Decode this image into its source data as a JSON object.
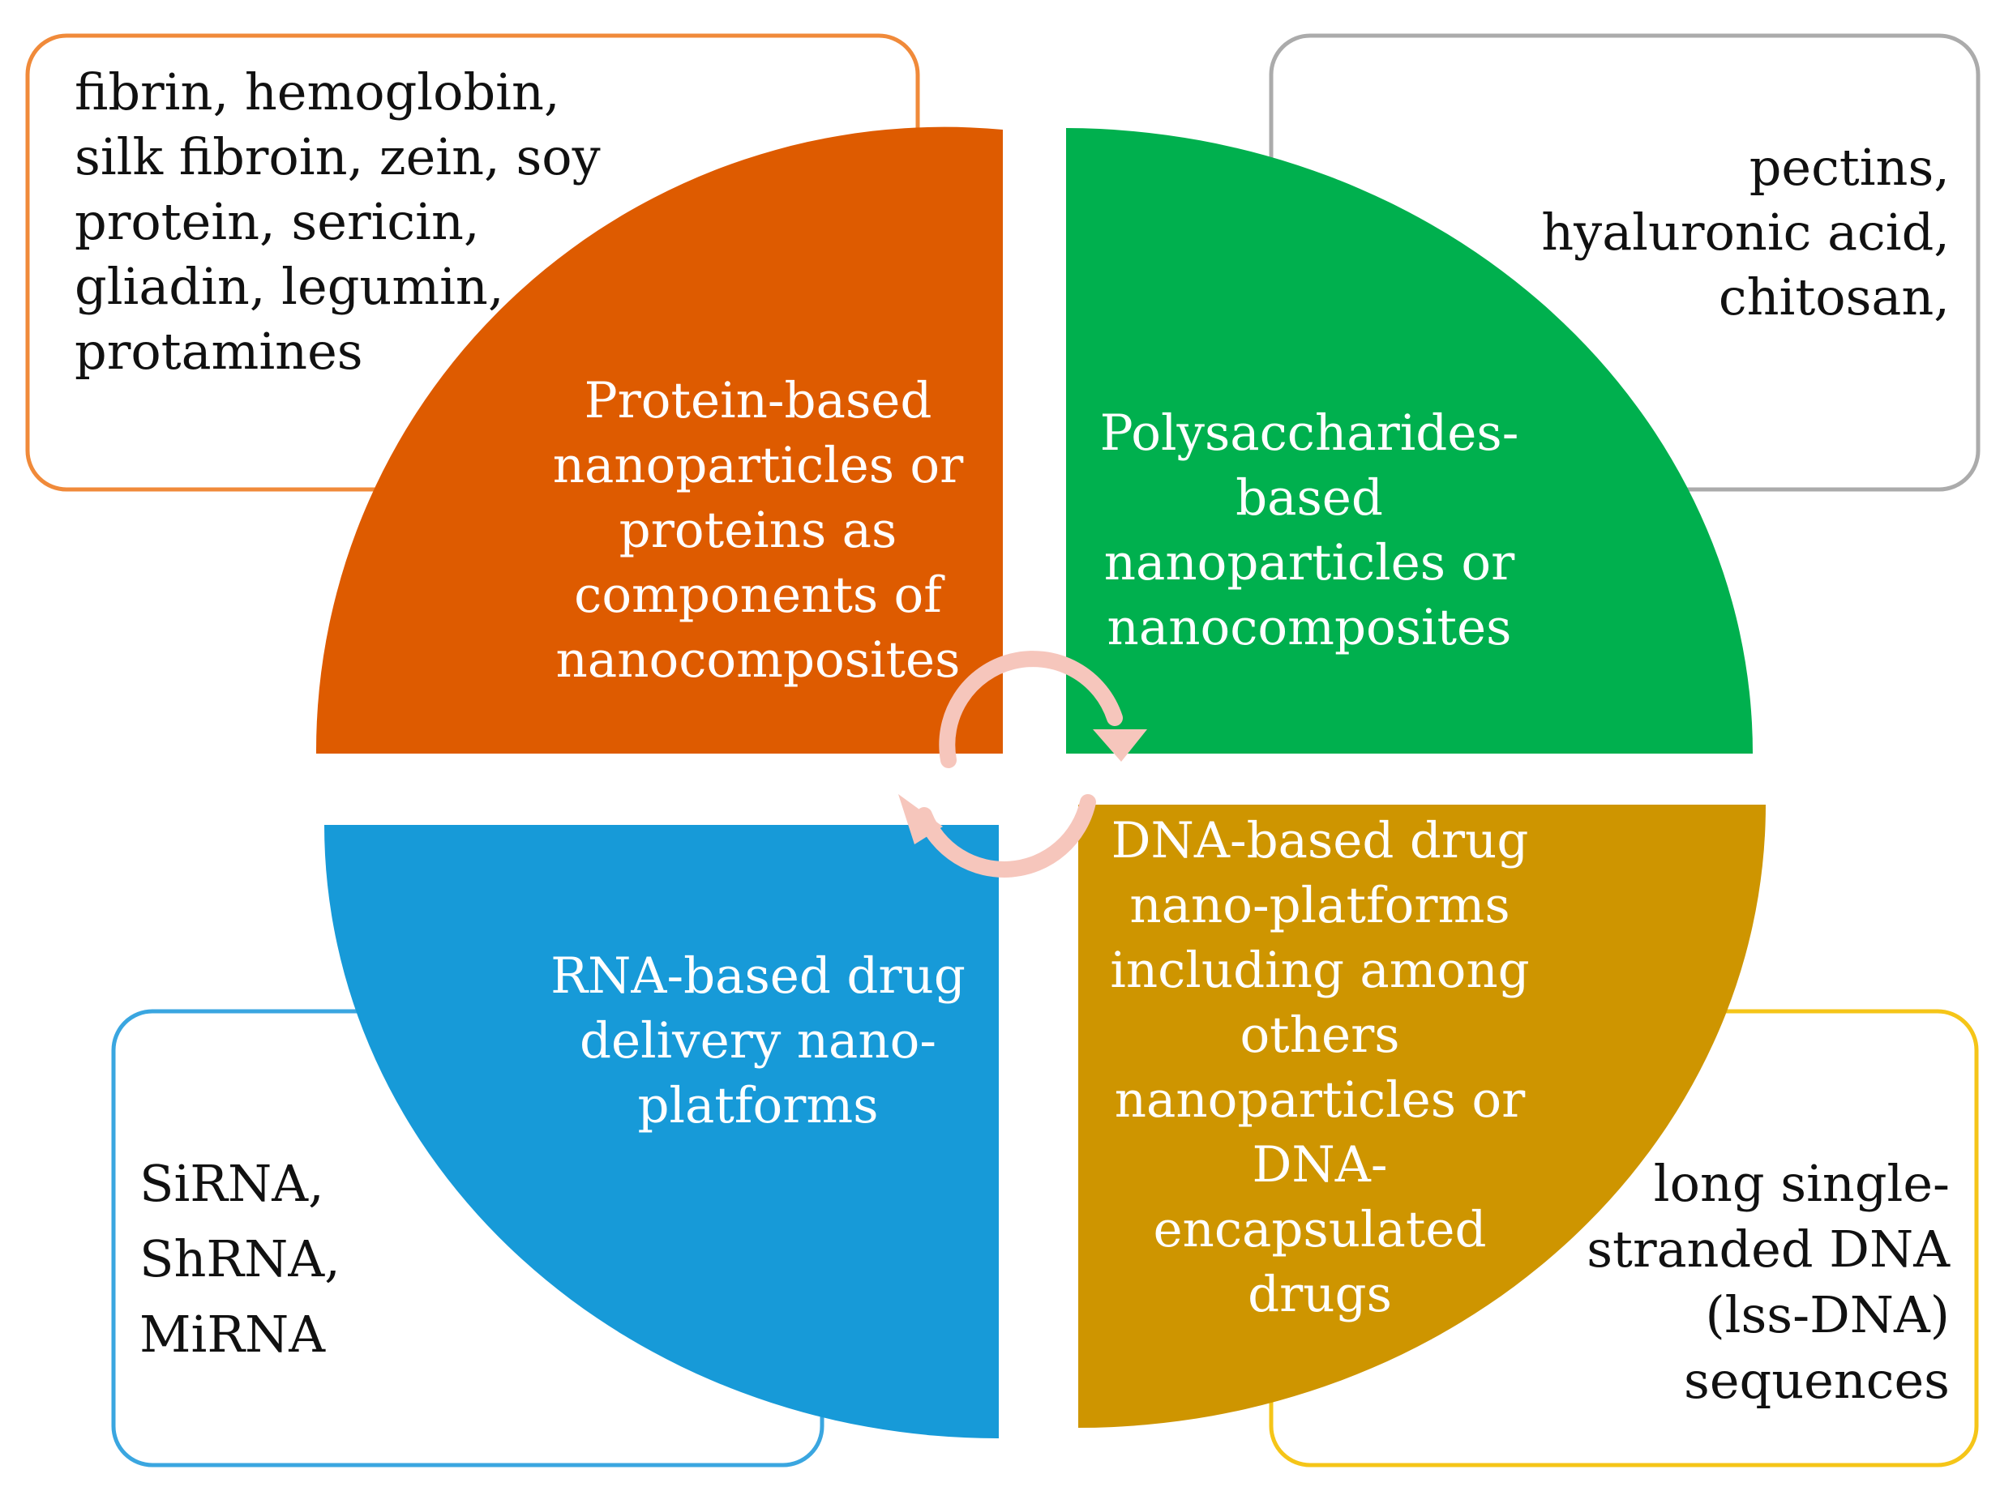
{
  "colors": {
    "protein": "#DE5B00",
    "polysaccharide": "#00B04E",
    "rna": "#179AD8",
    "dna": "#CE9500",
    "protein_box_border": "#F08A3A",
    "polysaccharide_box_border": "#ABABAB",
    "rna_box_border": "#3AA6E0",
    "dna_box_border": "#F5C518",
    "cycle_arrow": "#F6C6BC",
    "box_fill": "#FFFFFF",
    "quad_text": "#FFFFFF",
    "box_text": "#111111"
  },
  "quadrants": {
    "protein": {
      "lines": [
        "Protein-based",
        "nanoparticles or",
        "proteins as",
        "components of",
        "nanocomposites"
      ]
    },
    "polysaccharide": {
      "lines": [
        "Polysaccharides-",
        "based",
        "nanoparticles or",
        "nanocomposites"
      ]
    },
    "rna": {
      "lines": [
        "RNA-based drug",
        "delivery nano-",
        "platforms"
      ]
    },
    "dna": {
      "lines": [
        "DNA-based drug",
        "nano-platforms",
        "including among",
        "others",
        "nanoparticles or",
        "DNA-",
        "encapsulated",
        "drugs"
      ]
    }
  },
  "boxes": {
    "protein": {
      "lines": [
        "fibrin, hemoglobin,",
        "silk fibroin, zein, soy",
        "protein, sericin,",
        "gliadin, legumin,",
        "protamines"
      ]
    },
    "polysaccharide": {
      "lines": [
        "pectins,",
        "hyaluronic acid,",
        "chitosan,"
      ]
    },
    "rna": {
      "lines": [
        "SiRNA,",
        "ShRNA,",
        "MiRNA"
      ]
    },
    "dna": {
      "lines": [
        "long single-",
        "stranded DNA",
        "(lss-DNA)",
        "sequences"
      ]
    }
  },
  "icons": {
    "center": "circular-cycle-arrows-icon"
  }
}
